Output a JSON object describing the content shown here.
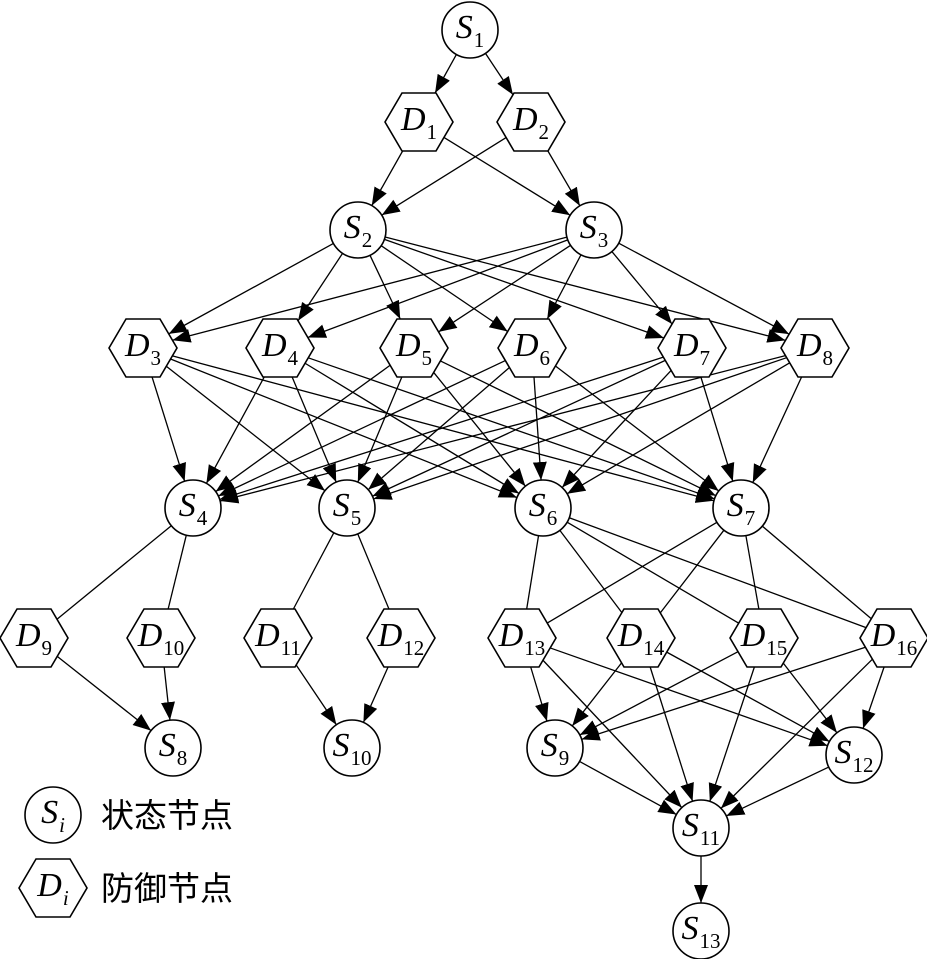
{
  "nodes": [
    {
      "id": "S1",
      "kind": "state",
      "letter": "S",
      "sub": "1"
    },
    {
      "id": "D1",
      "kind": "defense",
      "letter": "D",
      "sub": "1"
    },
    {
      "id": "D2",
      "kind": "defense",
      "letter": "D",
      "sub": "2"
    },
    {
      "id": "S2",
      "kind": "state",
      "letter": "S",
      "sub": "2"
    },
    {
      "id": "S3",
      "kind": "state",
      "letter": "S",
      "sub": "3"
    },
    {
      "id": "D3",
      "kind": "defense",
      "letter": "D",
      "sub": "3"
    },
    {
      "id": "D4",
      "kind": "defense",
      "letter": "D",
      "sub": "4"
    },
    {
      "id": "D5",
      "kind": "defense",
      "letter": "D",
      "sub": "5"
    },
    {
      "id": "D6",
      "kind": "defense",
      "letter": "D",
      "sub": "6"
    },
    {
      "id": "D7",
      "kind": "defense",
      "letter": "D",
      "sub": "7"
    },
    {
      "id": "D8",
      "kind": "defense",
      "letter": "D",
      "sub": "8"
    },
    {
      "id": "S4",
      "kind": "state",
      "letter": "S",
      "sub": "4"
    },
    {
      "id": "S5",
      "kind": "state",
      "letter": "S",
      "sub": "5"
    },
    {
      "id": "S6",
      "kind": "state",
      "letter": "S",
      "sub": "6"
    },
    {
      "id": "S7",
      "kind": "state",
      "letter": "S",
      "sub": "7"
    },
    {
      "id": "D9",
      "kind": "defense",
      "letter": "D",
      "sub": "9"
    },
    {
      "id": "D10",
      "kind": "defense",
      "letter": "D",
      "sub": "10"
    },
    {
      "id": "D11",
      "kind": "defense",
      "letter": "D",
      "sub": "11"
    },
    {
      "id": "D12",
      "kind": "defense",
      "letter": "D",
      "sub": "12"
    },
    {
      "id": "D13",
      "kind": "defense",
      "letter": "D",
      "sub": "13"
    },
    {
      "id": "D14",
      "kind": "defense",
      "letter": "D",
      "sub": "14"
    },
    {
      "id": "D15",
      "kind": "defense",
      "letter": "D",
      "sub": "15"
    },
    {
      "id": "D16",
      "kind": "defense",
      "letter": "D",
      "sub": "16"
    },
    {
      "id": "S8",
      "kind": "state",
      "letter": "S",
      "sub": "8"
    },
    {
      "id": "S10",
      "kind": "state",
      "letter": "S",
      "sub": "10"
    },
    {
      "id": "S9",
      "kind": "state",
      "letter": "S",
      "sub": "9"
    },
    {
      "id": "S12",
      "kind": "state",
      "letter": "S",
      "sub": "12"
    },
    {
      "id": "S11",
      "kind": "state",
      "letter": "S",
      "sub": "11"
    },
    {
      "id": "S13",
      "kind": "state",
      "letter": "S",
      "sub": "13"
    }
  ],
  "edges": [
    [
      "S1",
      "D1",
      1
    ],
    [
      "S1",
      "D2",
      1
    ],
    [
      "D1",
      "S2",
      1
    ],
    [
      "D1",
      "S3",
      1
    ],
    [
      "D2",
      "S2",
      1
    ],
    [
      "D2",
      "S3",
      1
    ],
    [
      "S2",
      "D3",
      1
    ],
    [
      "S2",
      "D4",
      1
    ],
    [
      "S2",
      "D5",
      1
    ],
    [
      "S2",
      "D6",
      1
    ],
    [
      "S2",
      "D7",
      1
    ],
    [
      "S2",
      "D8",
      1
    ],
    [
      "S3",
      "D3",
      1
    ],
    [
      "S3",
      "D4",
      1
    ],
    [
      "S3",
      "D5",
      1
    ],
    [
      "S3",
      "D6",
      1
    ],
    [
      "S3",
      "D7",
      1
    ],
    [
      "S3",
      "D8",
      1
    ],
    [
      "D3",
      "S4",
      1
    ],
    [
      "D3",
      "S5",
      1
    ],
    [
      "D3",
      "S6",
      1
    ],
    [
      "D3",
      "S7",
      1
    ],
    [
      "D4",
      "S4",
      1
    ],
    [
      "D4",
      "S5",
      1
    ],
    [
      "D4",
      "S6",
      1
    ],
    [
      "D4",
      "S7",
      1
    ],
    [
      "D5",
      "S4",
      1
    ],
    [
      "D5",
      "S5",
      1
    ],
    [
      "D5",
      "S6",
      1
    ],
    [
      "D5",
      "S7",
      1
    ],
    [
      "D6",
      "S4",
      1
    ],
    [
      "D6",
      "S5",
      1
    ],
    [
      "D6",
      "S6",
      1
    ],
    [
      "D6",
      "S7",
      1
    ],
    [
      "D7",
      "S4",
      1
    ],
    [
      "D7",
      "S5",
      1
    ],
    [
      "D7",
      "S6",
      1
    ],
    [
      "D7",
      "S7",
      1
    ],
    [
      "D8",
      "S4",
      1
    ],
    [
      "D8",
      "S5",
      1
    ],
    [
      "D8",
      "S6",
      1
    ],
    [
      "D8",
      "S7",
      1
    ],
    [
      "S4",
      "D9",
      0
    ],
    [
      "S4",
      "D10",
      0
    ],
    [
      "S5",
      "D11",
      0
    ],
    [
      "S5",
      "D12",
      0
    ],
    [
      "S6",
      "D13",
      0
    ],
    [
      "S6",
      "D14",
      0
    ],
    [
      "S6",
      "D15",
      0
    ],
    [
      "S6",
      "D16",
      0
    ],
    [
      "S7",
      "D13",
      0
    ],
    [
      "S7",
      "D14",
      0
    ],
    [
      "S7",
      "D15",
      0
    ],
    [
      "S7",
      "D16",
      0
    ],
    [
      "D9",
      "S8",
      1
    ],
    [
      "D10",
      "S8",
      1
    ],
    [
      "D11",
      "S10",
      1
    ],
    [
      "D12",
      "S10",
      1
    ],
    [
      "D13",
      "S9",
      1
    ],
    [
      "D13",
      "S11",
      1
    ],
    [
      "D13",
      "S12",
      1
    ],
    [
      "D14",
      "S9",
      1
    ],
    [
      "D14",
      "S11",
      1
    ],
    [
      "D14",
      "S12",
      1
    ],
    [
      "D15",
      "S9",
      1
    ],
    [
      "D15",
      "S11",
      1
    ],
    [
      "D15",
      "S12",
      1
    ],
    [
      "D16",
      "S9",
      1
    ],
    [
      "D16",
      "S11",
      1
    ],
    [
      "D16",
      "S12",
      1
    ],
    [
      "S9",
      "S11",
      1
    ],
    [
      "S12",
      "S11",
      1
    ],
    [
      "S11",
      "S13",
      1
    ]
  ],
  "legend": [
    {
      "kind": "state",
      "letter": "S",
      "sub": "i",
      "label": "状态节点"
    },
    {
      "kind": "defense",
      "letter": "D",
      "sub": "i",
      "label": "防御节点"
    }
  ]
}
